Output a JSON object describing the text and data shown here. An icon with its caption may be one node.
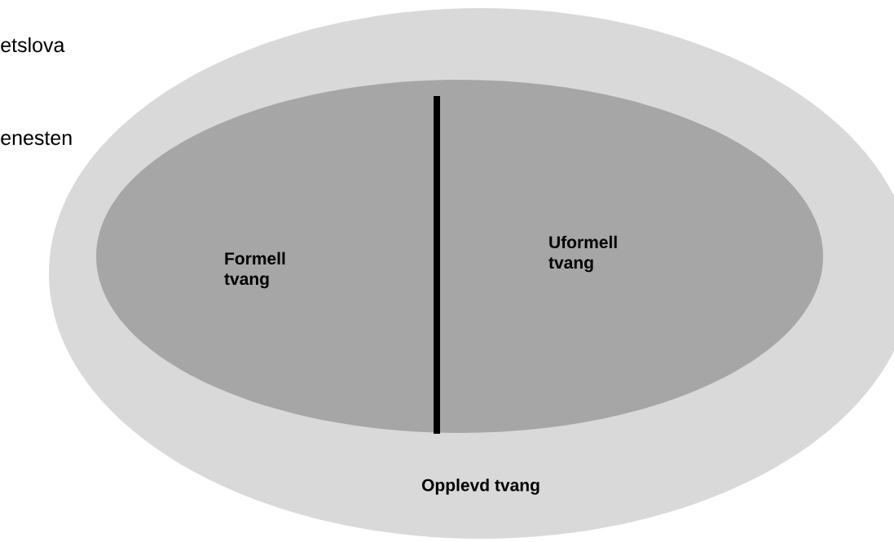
{
  "diagram": {
    "nodes": [
      {
        "text": [
          "Opplevd tvang"
        ]
      },
      {
        "text": [
          "Formell tvang"
        ],
        "in": 0
      },
      {
        "text": [
          "Uformell tvang"
        ],
        "in": 0
      }
    ],
    "labels": [
      "etslova",
      "enesten"
    ]
  }
}
